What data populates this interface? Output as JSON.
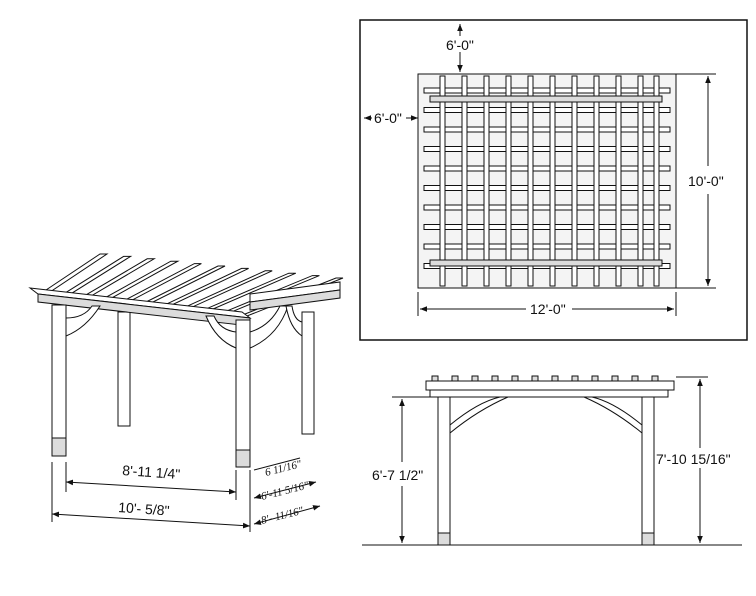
{
  "perspective_view": {
    "dim_inner_width": "8'-11 1/4\"",
    "dim_outer_width": "10'- 5/8\"",
    "dim_post_depth_a": "6 11/16\"",
    "dim_post_depth_b": "6'-11 5/16\"",
    "dim_post_depth_c": "8'- 11/16\""
  },
  "top_view": {
    "dim_overhang_top": "6'-0\"",
    "dim_overhang_left": "6'-0\"",
    "dim_depth": "10'-0\"",
    "dim_width": "12'-0\""
  },
  "elevation_view": {
    "dim_clear_height": "6'-7 1/2\"",
    "dim_total_height": "7'-10 15/16\""
  }
}
